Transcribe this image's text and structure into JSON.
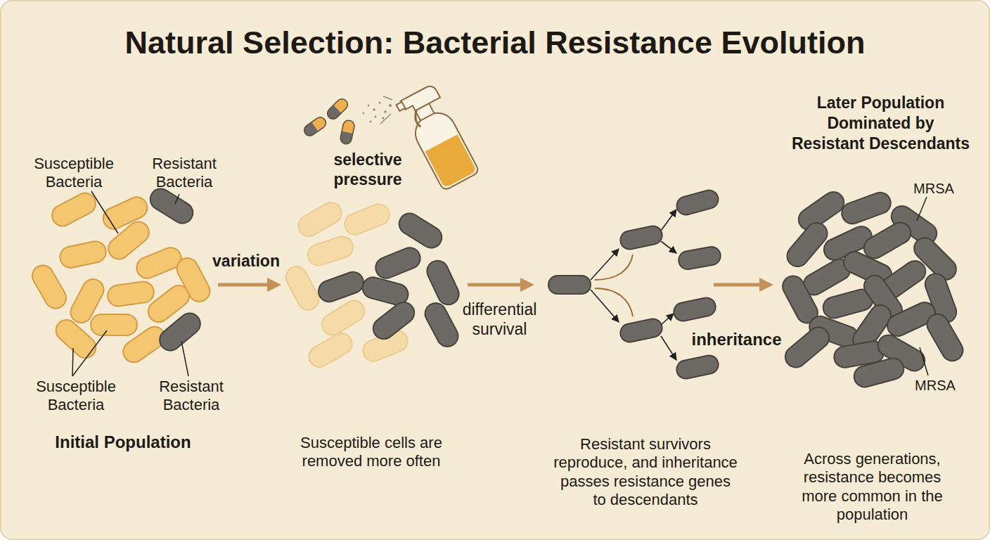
{
  "diagram": {
    "title": "Natural Selection: Bacterial Resistance Evolution",
    "nodes": [
      {
        "text": [
          "Initial Population"
        ]
      },
      {
        "text": [
          "Susceptible cells are removed more often"
        ]
      },
      {
        "text": [
          "Resistant survivors reproduce, and inheritance passes resistance genes to descendants"
        ]
      },
      {
        "text": [
          "Later Population Dominated by Resistant Descendants",
          "Across generations, resistance becomes more common in the population"
        ]
      }
    ],
    "edges": [
      {
        "from": 0,
        "to": 1,
        "arrow": "to",
        "label": "variation"
      },
      {
        "from": 1,
        "to": 2,
        "arrow": "to",
        "label": "differential survival"
      },
      {
        "from": 2,
        "to": 3,
        "arrow": "to",
        "label": "inheritance"
      }
    ],
    "labels": [
      "Susceptible Bacteria",
      "Resistant Bacteria",
      "selective pressure",
      "MRSA",
      "Susceptible Bacteria",
      "Resistant Bacteria",
      "MRSA"
    ]
  }
}
